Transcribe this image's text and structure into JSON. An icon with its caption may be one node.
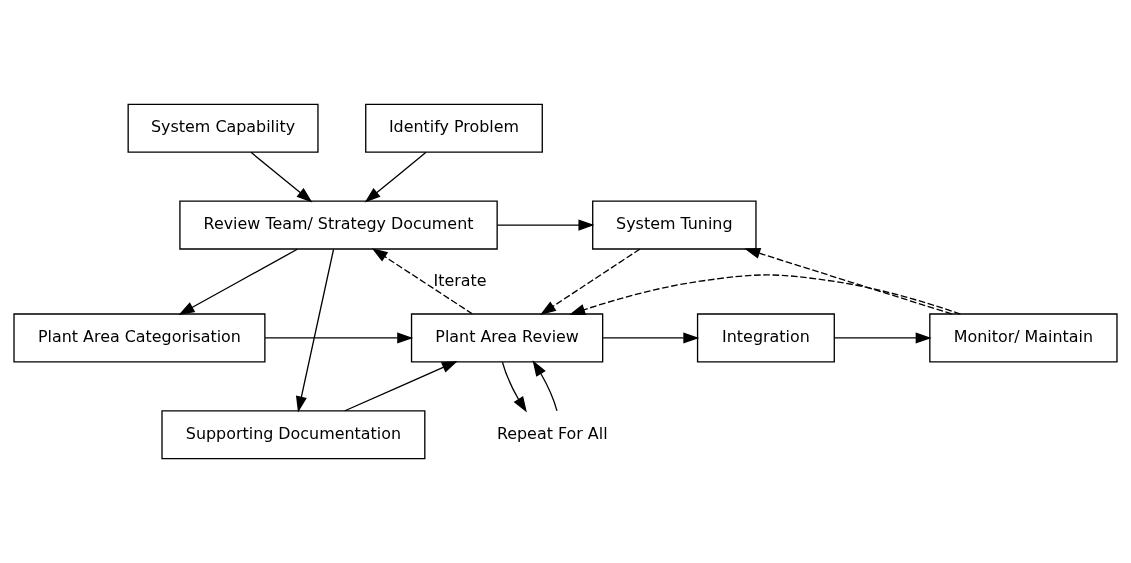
{
  "diagram": {
    "nodes": [
      {
        "text": [
          "System Capability"
        ]
      },
      {
        "text": [
          "Identify Problem"
        ]
      },
      {
        "text": [
          "Review Team/ Strategy Document"
        ]
      },
      {
        "text": [
          "System Tuning"
        ]
      },
      {
        "text": [
          "Plant Area Categorisation"
        ]
      },
      {
        "text": [
          "Plant Area Review"
        ]
      },
      {
        "text": [
          "Integration"
        ]
      },
      {
        "text": [
          "Monitor/ Maintain"
        ]
      },
      {
        "text": [
          "Supporting Documentation"
        ]
      },
      {
        "text": [
          "Repeat For All"
        ]
      }
    ],
    "edges": [
      {
        "from": 0,
        "to": 2,
        "arrow": "to"
      },
      {
        "from": 1,
        "to": 2,
        "arrow": "to"
      },
      {
        "from": 2,
        "to": 3,
        "arrow": "to"
      },
      {
        "from": 2,
        "to": 4,
        "arrow": "to"
      },
      {
        "from": 2,
        "to": 8,
        "arrow": "to"
      },
      {
        "from": 3,
        "to": 5,
        "arrow": "to",
        "style": "dashed"
      },
      {
        "from": 4,
        "to": 5,
        "arrow": "to"
      },
      {
        "from": 8,
        "to": 5,
        "arrow": "to"
      },
      {
        "from": 5,
        "to": 6,
        "arrow": "to"
      },
      {
        "from": 6,
        "to": 7,
        "arrow": "to"
      },
      {
        "from": 5,
        "to": 2,
        "arrow": "to",
        "style": "dashed",
        "label": "Iterate"
      },
      {
        "from": 7,
        "to": 3,
        "arrow": "to",
        "style": "dashed"
      },
      {
        "from": 7,
        "to": 5,
        "arrow": "to",
        "style": "dashed"
      },
      {
        "from": 5,
        "to": 9,
        "arrow": "to"
      },
      {
        "from": 9,
        "to": 5,
        "arrow": "to"
      }
    ]
  }
}
